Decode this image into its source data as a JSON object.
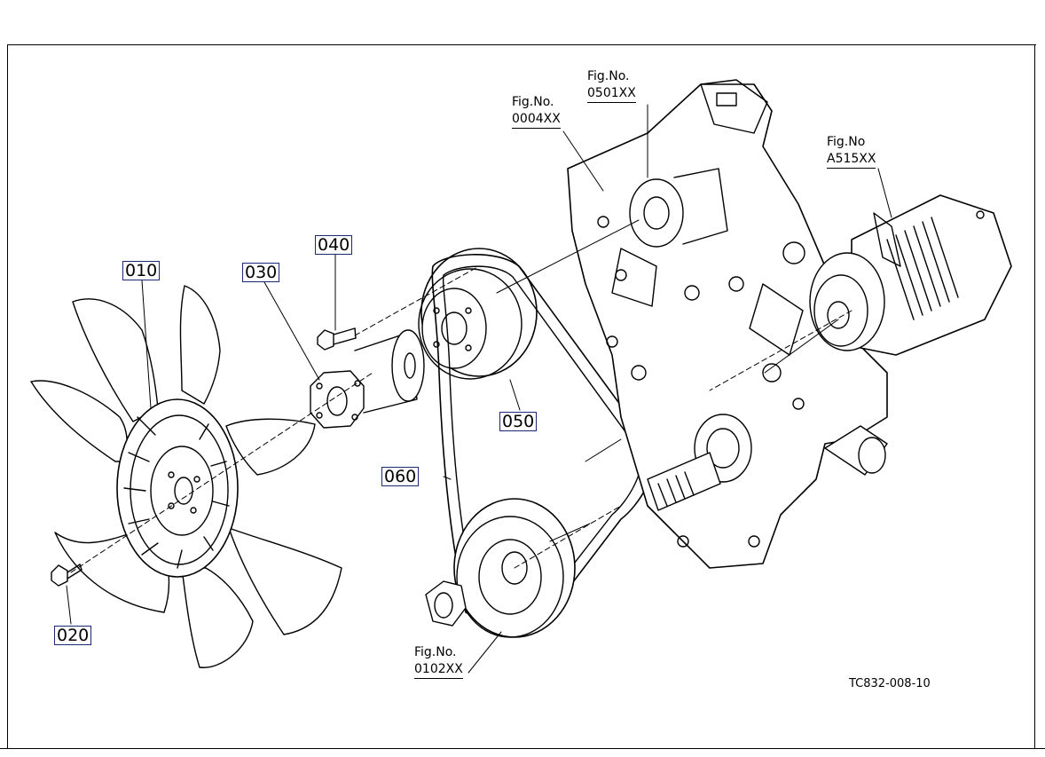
{
  "header": {
    "faint_title": ""
  },
  "callouts": {
    "p010": "010",
    "p020": "020",
    "p030": "030",
    "p040": "040",
    "p050": "050",
    "p060": "060"
  },
  "figrefs": {
    "f0004": {
      "label": "Fig.No.",
      "code": "0004XX"
    },
    "f0501": {
      "label": "Fig.No.",
      "code": "0501XX"
    },
    "fA515": {
      "label": "Fig.No",
      "code": "A515XX"
    },
    "f0102": {
      "label": "Fig.No.",
      "code": "0102XX"
    }
  },
  "drawing_code": "TC832-008-10",
  "parts": [
    "fan",
    "bolt-020",
    "spacer-030",
    "bolt-040",
    "pulley-050",
    "v-belt-060",
    "crank-pulley",
    "engine-block",
    "alternator",
    "nut"
  ]
}
